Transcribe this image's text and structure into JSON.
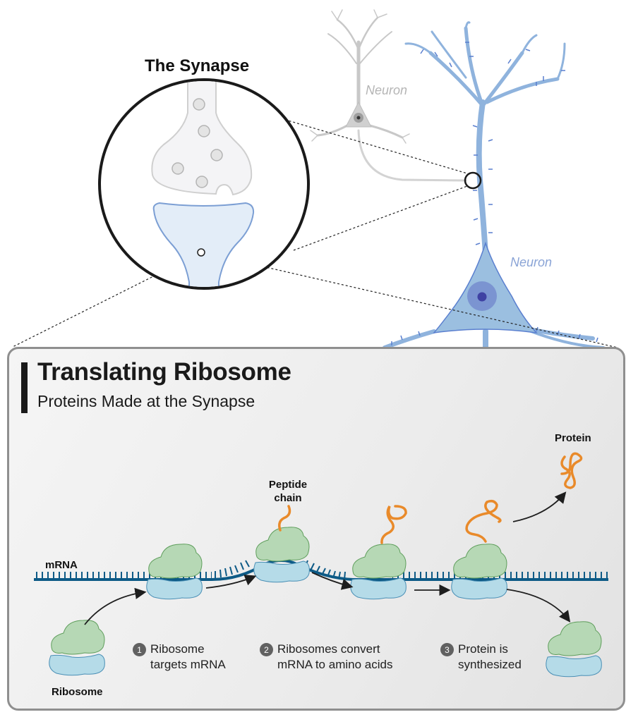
{
  "colors": {
    "mrna": "#0d5a86",
    "ribosome_large": "#b6d8b5",
    "ribosome_large_stroke": "#5f9e5c",
    "ribosome_small": "#b5dbe8",
    "ribosome_small_stroke": "#4a8fb5",
    "peptide": "#e98a2a",
    "neuron_blue": "#9bbfe0",
    "neuron_blue_stroke": "#5a7fcf",
    "neuron_gray": "#cfcfcf",
    "nucleus": "#7b94d1",
    "nucleolus": "#3f41a3",
    "panel_border": "#8f8f8f",
    "step_badge": "#616161"
  },
  "top": {
    "synapse_title": "The Synapse",
    "presynaptic_neuron_label": "Neuron",
    "postsynaptic_neuron_label": "Neuron"
  },
  "panel": {
    "title": "Translating Ribosome",
    "subtitle": "Proteins Made at the Synapse",
    "labels": {
      "mrna": "mRNA",
      "peptide_chain_line1": "Peptide",
      "peptide_chain_line2": "chain",
      "protein": "Protein",
      "ribosome": "Ribosome"
    },
    "steps": [
      {
        "number": "1",
        "line1": "Ribosome",
        "line2": "targets mRNA"
      },
      {
        "number": "2",
        "line1": "Ribosomes convert",
        "line2": "mRNA to amino acids"
      },
      {
        "number": "3",
        "line1": "Protein is",
        "line2": "synthesized"
      }
    ]
  }
}
